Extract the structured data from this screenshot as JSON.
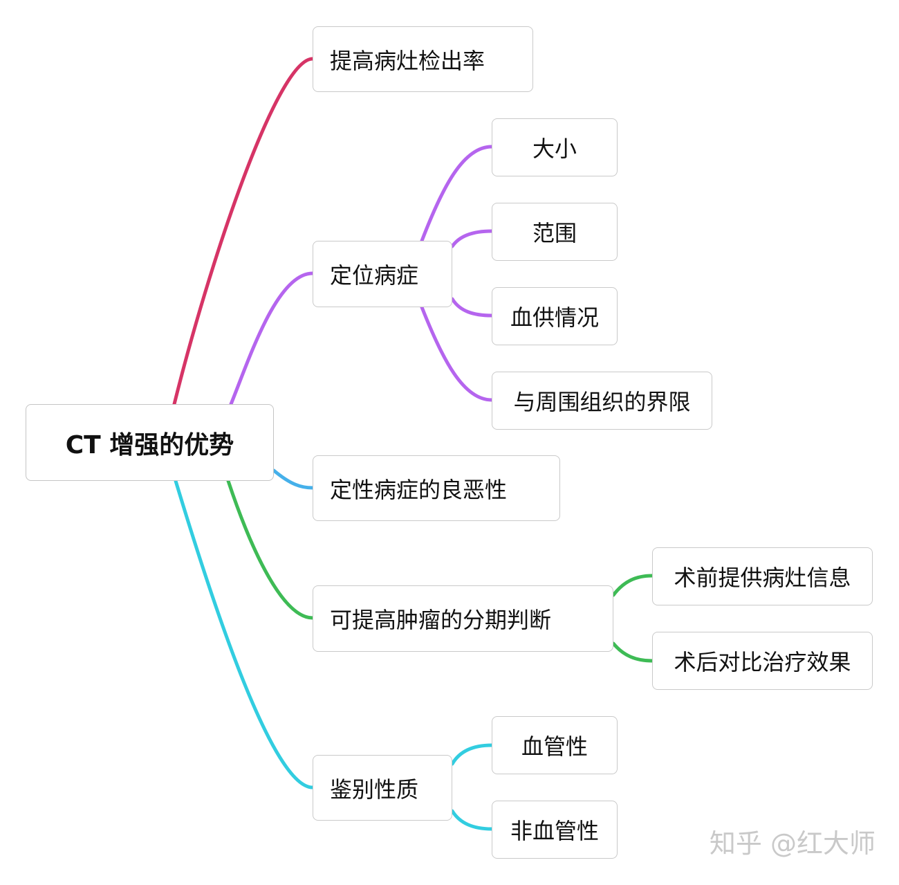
{
  "root": {
    "label": "CT 增强的优势"
  },
  "colors": {
    "branch1": "#d63466",
    "branch2": "#b565ee",
    "branch3": "#45b0ea",
    "branch4": "#3ebb55",
    "branch5": "#32cde0"
  },
  "branches": [
    {
      "label": "提高病灶检出率",
      "children": []
    },
    {
      "label": "定位病症",
      "children": [
        "大小",
        "范围",
        "血供情况",
        "与周围组织的界限"
      ]
    },
    {
      "label": "定性病症的良恶性",
      "children": []
    },
    {
      "label": "可提高肿瘤的分期判断",
      "children": [
        "术前提供病灶信息",
        "术后对比治疗效果"
      ]
    },
    {
      "label": "鉴别性质",
      "children": [
        "血管性",
        "非血管性"
      ]
    }
  ],
  "watermark": "知乎 @红大师"
}
